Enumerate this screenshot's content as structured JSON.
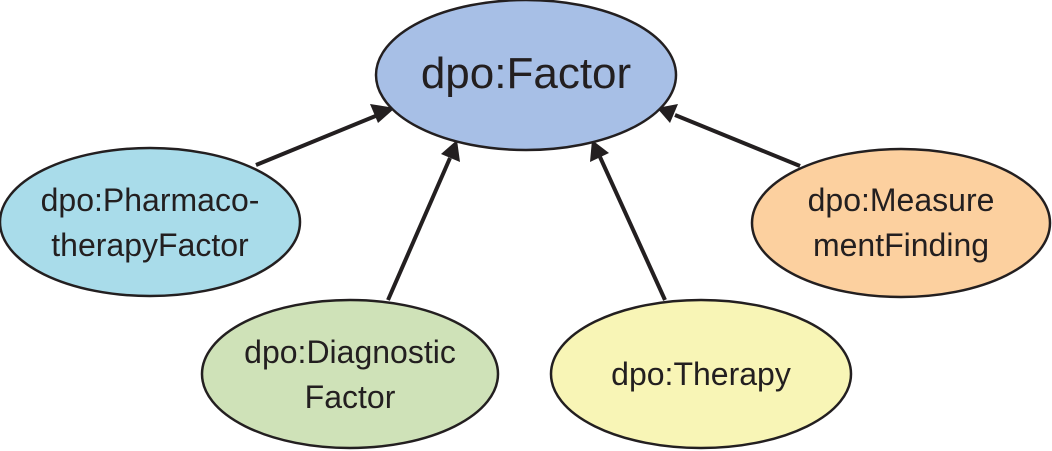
{
  "nodes": {
    "factor": {
      "lines": [
        "dpo:Factor"
      ],
      "color": "#a7bfe6"
    },
    "pharmacotherapy": {
      "lines": [
        "dpo:Pharmaco-",
        "therapyFactor"
      ],
      "color": "#a9dcea"
    },
    "diagnostic": {
      "lines": [
        "dpo:Diagnostic",
        "Factor"
      ],
      "color": "#cfe2b8"
    },
    "therapy": {
      "lines": [
        "dpo:Therapy"
      ],
      "color": "#f8f5b6"
    },
    "measurement": {
      "lines": [
        "dpo:Measure",
        "mentFinding"
      ],
      "color": "#fcd09f"
    }
  },
  "edges": [
    {
      "from": "pharmacotherapy",
      "to": "factor"
    },
    {
      "from": "diagnostic",
      "to": "factor"
    },
    {
      "from": "therapy",
      "to": "factor"
    },
    {
      "from": "measurement",
      "to": "factor"
    }
  ]
}
